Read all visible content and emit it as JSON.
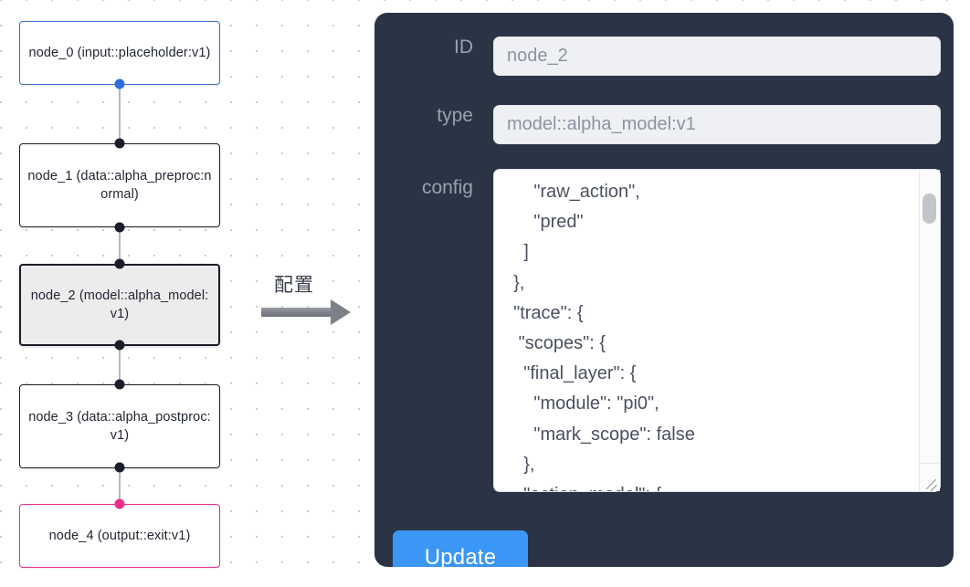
{
  "canvas": {
    "background_color": "#ffffff",
    "dot_color": "#c9ccd4"
  },
  "graph": {
    "nodes": [
      {
        "id": "node_0",
        "label_line1": "node_0",
        "label_line2": "(input::placeholder:v1)",
        "text": "node_0\n(input::placeholder:v1)",
        "role": "input",
        "selected": false,
        "border_color": "#3f6fd8",
        "handle_color": "#2f6ddb"
      },
      {
        "id": "node_1",
        "label_line1": "node_1",
        "label_line2": "(data::alpha_preproc:normal)",
        "text": "node_1\n(data::alpha_preproc:normal)",
        "role": "data",
        "selected": false,
        "border_color": "#1b1d28",
        "handle_color": "#1b1d28"
      },
      {
        "id": "node_2",
        "label_line1": "node_2",
        "label_line2": "(model::alpha_model:v1)",
        "text": "node_2\n(model::alpha_model:v1)",
        "role": "model",
        "selected": true,
        "border_color": "#1b1d28",
        "handle_color": "#1b1d28"
      },
      {
        "id": "node_3",
        "label_line1": "node_3",
        "label_line2": "(data::alpha_postproc:v1)",
        "text": "node_3\n(data::alpha_postproc:v1)",
        "role": "data",
        "selected": false,
        "border_color": "#1b1d28",
        "handle_color": "#1b1d28"
      },
      {
        "id": "node_4",
        "label_line1": "node_4",
        "label_line2": "(output::exit:v1)",
        "text": "node_4\n(output::exit:v1)",
        "role": "output",
        "selected": false,
        "border_color": "#ea2e8a",
        "handle_color": "#ea2e8a"
      }
    ],
    "edge_color": "#b5b8c0"
  },
  "annotation": {
    "label": "配置",
    "arrow_icon": "right-arrow-icon",
    "arrow_color": "#7d8088"
  },
  "panel": {
    "background_color": "#2b3445",
    "fields": [
      {
        "label": "ID",
        "value": "node_2",
        "placeholder": "ID"
      },
      {
        "label": "type",
        "value": "model::alpha_model:v1",
        "placeholder": "type"
      },
      {
        "label": "config",
        "placeholder": "config"
      }
    ],
    "config_label": "config",
    "config_text": "      \"raw_action\",\n      \"pred\"\n    ]\n  },\n  \"trace\": {\n   \"scopes\": {\n    \"final_layer\": {\n      \"module\": \"pi0\",\n      \"mark_scope\": false\n    },\n    \"action_model\": {",
    "scrollbar": {
      "thumb_color": "#c2c4c9",
      "position": "near-top"
    },
    "resize_handle_icon": "resize-grip-icon",
    "update_button": {
      "label": "Update",
      "color": "#3b97f5"
    }
  }
}
